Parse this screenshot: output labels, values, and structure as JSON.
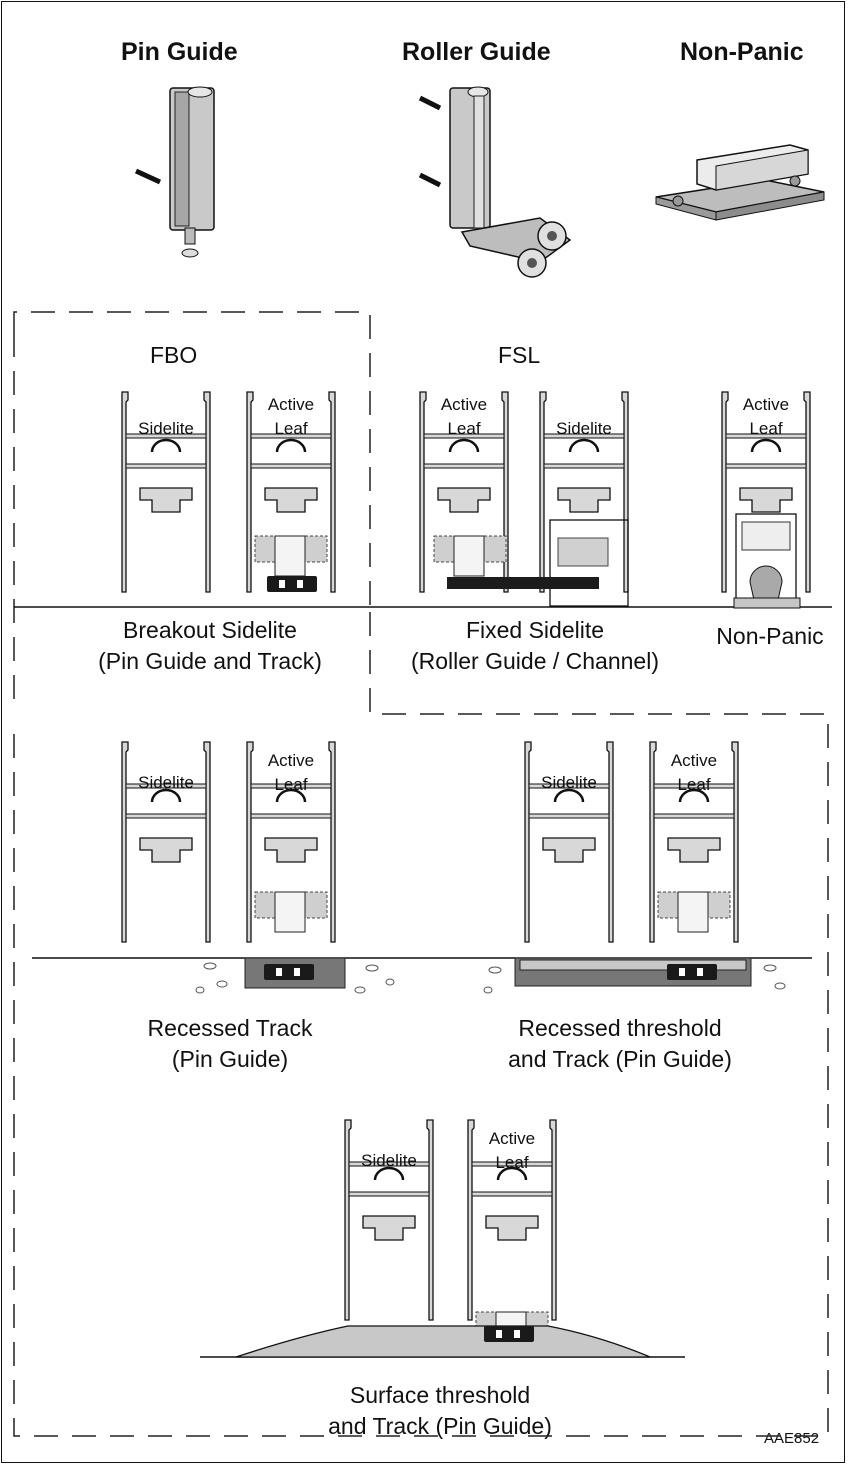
{
  "headers": {
    "pin_guide": "Pin Guide",
    "roller_guide": "Roller Guide",
    "non_panic": "Non-Panic"
  },
  "sections": {
    "fbo": "FBO",
    "fsl": "FSL"
  },
  "profile_labels": {
    "sidelite": "Sidelite",
    "active": "Active",
    "leaf": "Leaf"
  },
  "captions": {
    "breakout_1": "Breakout Sidelite",
    "breakout_2": "(Pin Guide and Track)",
    "fixed_1": "Fixed Sidelite",
    "fixed_2": "(Roller Guide / Channel)",
    "nonpanic": "Non-Panic",
    "recessed_track_1": "Recessed Track",
    "recessed_track_2": "(Pin Guide)",
    "recessed_threshold_1": "Recessed threshold",
    "recessed_threshold_2": "and Track (Pin Guide)",
    "surface_1": "Surface threshold",
    "surface_2": "and Track (Pin Guide)"
  },
  "figure_code": "AAE852"
}
